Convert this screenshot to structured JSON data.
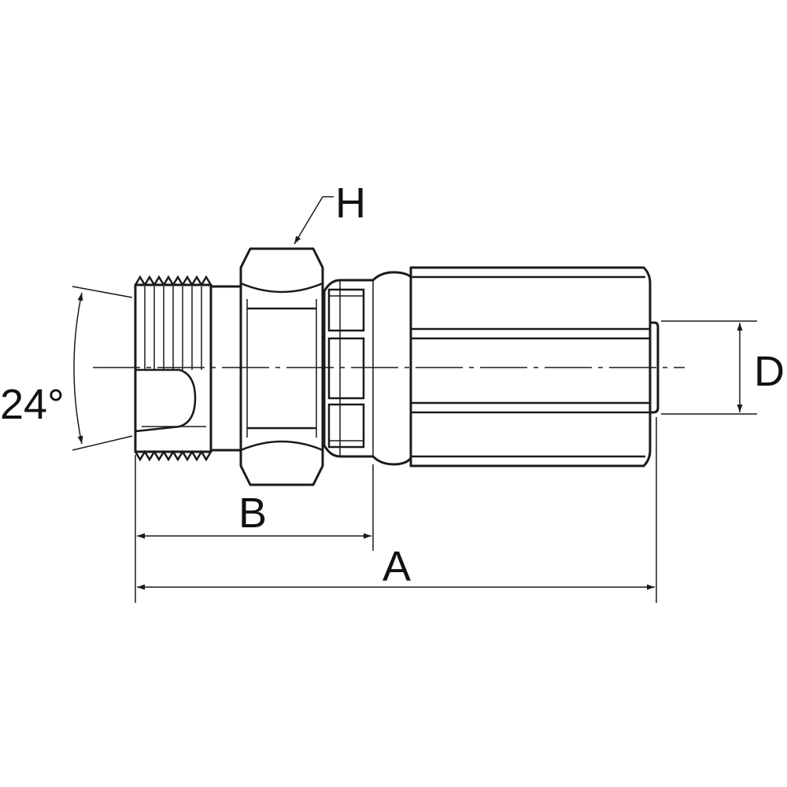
{
  "diagram": {
    "labels": {
      "hex": "H",
      "diameter": "D",
      "length_b": "B",
      "length_a": "A",
      "angle": "24°"
    },
    "colors": {
      "line": "#1a1a1a",
      "background": "#ffffff"
    }
  }
}
